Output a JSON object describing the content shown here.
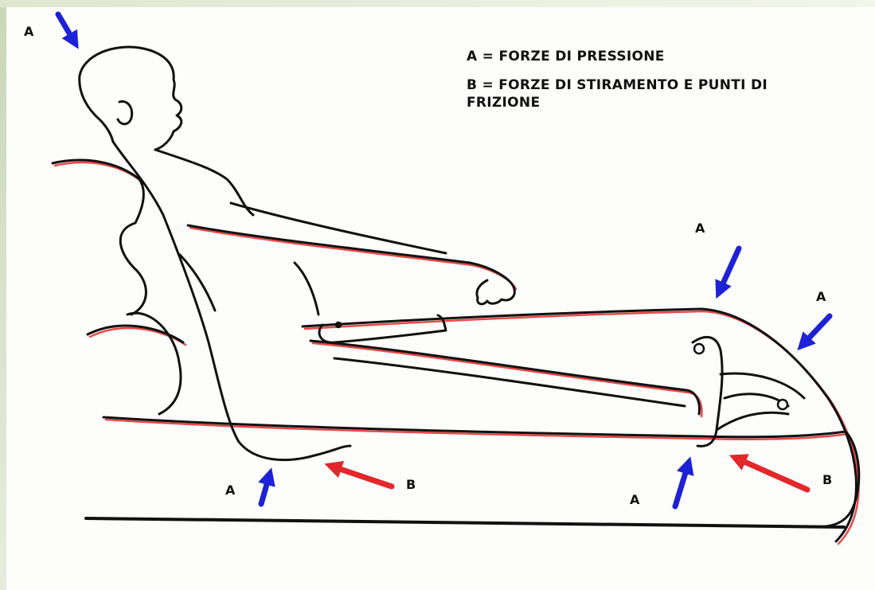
{
  "legend": {
    "a_text": "A = FORZE DI PRESSIONE",
    "b_text": "B = FORZE DI STIRAMENTO E PUNTI DI FRIZIONE"
  },
  "labels": {
    "a": "A",
    "b": "B"
  },
  "colors": {
    "pressure_arrow": "#1d22d6",
    "shear_arrow": "#e3272b",
    "outline": "#111111",
    "outline_shadow": "#e02a2a"
  }
}
